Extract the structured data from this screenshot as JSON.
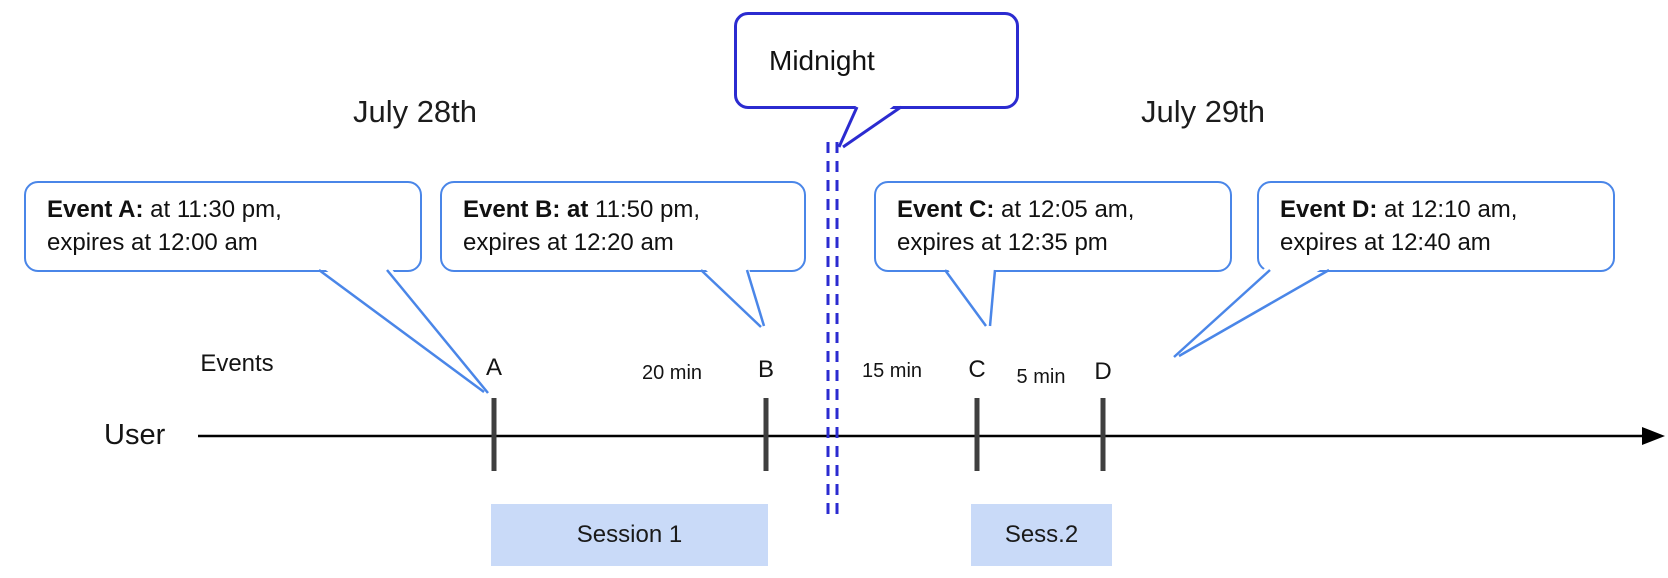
{
  "dates": {
    "left": "July 28th",
    "right": "July 29th"
  },
  "midnight": {
    "label": "Midnight"
  },
  "event_callouts": [
    {
      "id": "A",
      "title": "Event A:",
      "time": " at 11:30 pm,",
      "line2": "expires at 12:00 am"
    },
    {
      "id": "B",
      "title": "Event B: at",
      "time": " 11:50 pm,",
      "line2": "expires at 12:20 am"
    },
    {
      "id": "C",
      "title": "Event C:",
      "time": " at 12:05 am,",
      "line2": "expires at 12:35 pm"
    },
    {
      "id": "D",
      "title": "Event D:",
      "time": " at 12:10 am,",
      "line2": "expires at 12:40 am"
    }
  ],
  "timeline": {
    "axis_label": "User",
    "events_label": "Events",
    "ticks": [
      "A",
      "B",
      "C",
      "D"
    ],
    "intervals": [
      "20 min",
      "15 min",
      "5 min"
    ],
    "sessions": [
      "Session 1",
      "Sess.2"
    ]
  },
  "colors": {
    "callout_border": "#4a86e8",
    "midnight_border": "#2b2bd0",
    "dashed_line": "#2b2bd0",
    "session_fill": "#c9daf8",
    "axis": "#000000",
    "tick": "#3f3f3f"
  }
}
